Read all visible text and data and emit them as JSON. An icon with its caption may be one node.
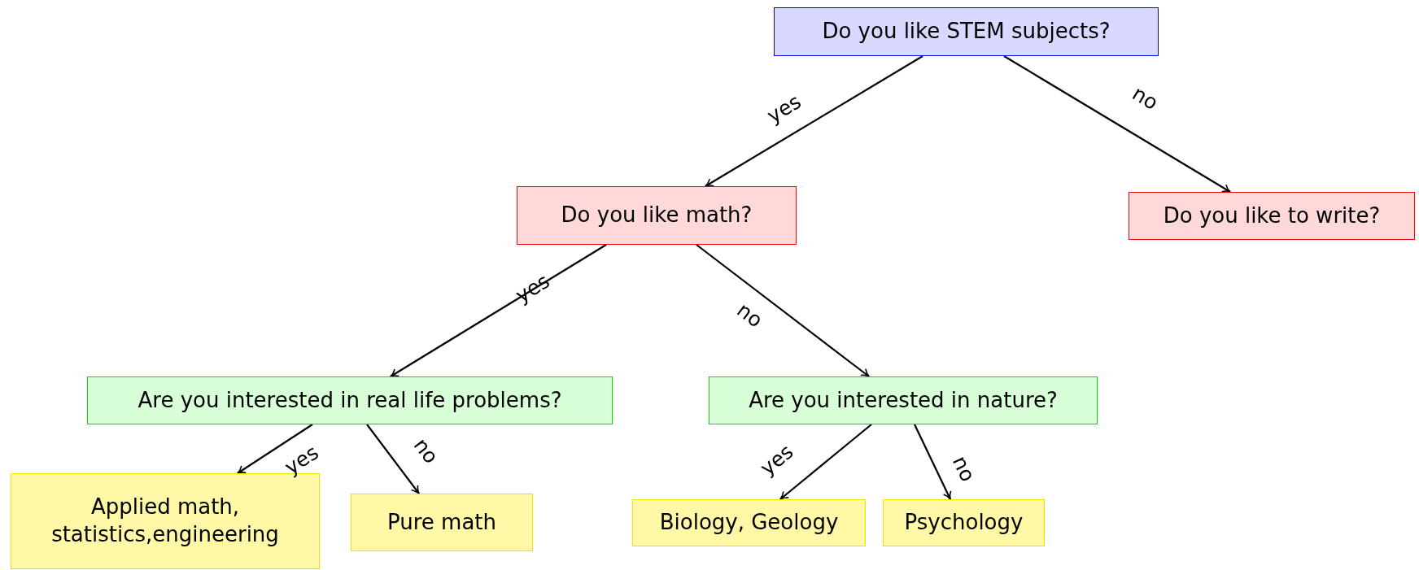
{
  "diagram": {
    "nodes": [
      {
        "text": [
          "Do you like STEM subjects?"
        ]
      },
      {
        "text": [
          "Do you like math?"
        ]
      },
      {
        "text": [
          "Do you like to write?"
        ]
      },
      {
        "text": [
          "Are you interested in real life problems?"
        ]
      },
      {
        "text": [
          "Are you interested in nature?"
        ]
      },
      {
        "text": [
          "Applied math, statistics,engineering"
        ]
      },
      {
        "text": [
          "Pure math"
        ]
      },
      {
        "text": [
          "Biology, Geology"
        ]
      },
      {
        "text": [
          "Psychology"
        ]
      }
    ],
    "edges": [
      {
        "from": 0,
        "to": 1,
        "arrow": "to",
        "label": "yes"
      },
      {
        "from": 0,
        "to": 2,
        "arrow": "to",
        "label": "no"
      },
      {
        "from": 1,
        "to": 3,
        "arrow": "to",
        "label": "yes"
      },
      {
        "from": 1,
        "to": 4,
        "arrow": "to",
        "label": "no"
      },
      {
        "from": 3,
        "to": 5,
        "arrow": "to",
        "label": "yes"
      },
      {
        "from": 3,
        "to": 6,
        "arrow": "to",
        "label": "no"
      },
      {
        "from": 4,
        "to": 7,
        "arrow": "to",
        "label": "yes"
      },
      {
        "from": 4,
        "to": 8,
        "arrow": "to",
        "label": "no"
      }
    ]
  }
}
